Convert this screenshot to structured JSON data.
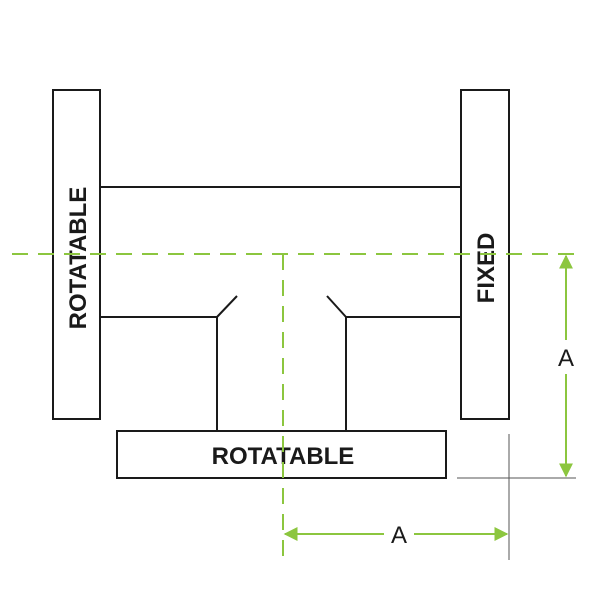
{
  "labels": {
    "left_flange": "ROTATABLE",
    "right_flange": "FIXED",
    "bottom_flange": "ROTATABLE",
    "dim_vertical": "A",
    "dim_horizontal": "A"
  },
  "colors": {
    "outline": "#1a1a1a",
    "centerline": "#8cc63f",
    "dimension": "#8cc63f",
    "extension": "#555555"
  }
}
